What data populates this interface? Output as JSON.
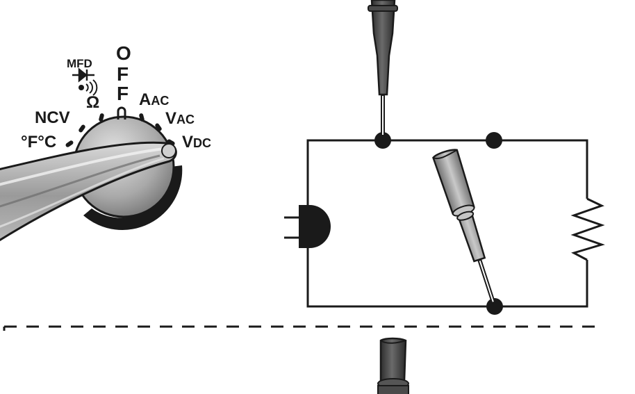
{
  "dial": {
    "positions": {
      "off": [
        "O",
        "F",
        "F"
      ],
      "mfd": "MFD",
      "ohm": "Ω",
      "ncv": "NCV",
      "temp": "°F°C",
      "amps": {
        "main": "A",
        "sub": "AC"
      },
      "vac": {
        "main": "V",
        "sub": "AC"
      },
      "vdc": {
        "main": "V",
        "sub": "DC"
      }
    },
    "selected_position": "vdc"
  },
  "icons": {
    "diode": "diode-symbol-icon",
    "continuity": "continuity-sound-icon",
    "capacitor": "capacitor-icon",
    "resistor": "resistor-icon"
  },
  "colors": {
    "ink": "#1a1a1a",
    "probe_dark": "#3c3c3c",
    "probe_light": "#9a9a9a",
    "knob_mid": "#b5b5b5"
  }
}
